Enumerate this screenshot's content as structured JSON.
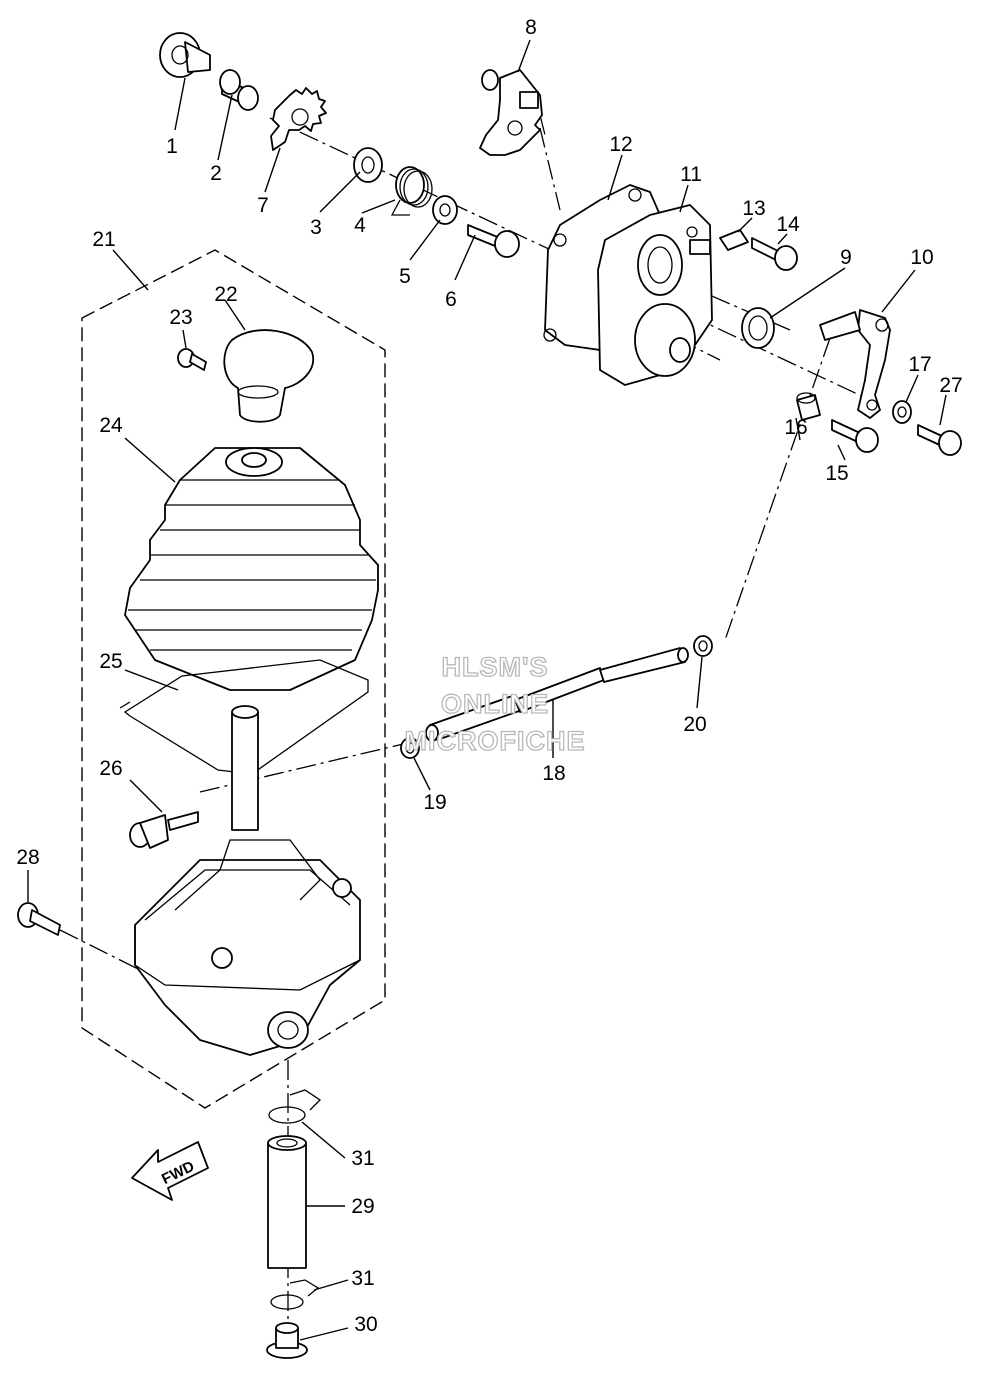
{
  "watermark": {
    "line1": "HLSM'S",
    "line2": "ONLINE",
    "line3": "MICROFICHE"
  },
  "fwd_label": "FWD",
  "callouts": [
    {
      "id": "c1",
      "label": "1"
    },
    {
      "id": "c2",
      "label": "2"
    },
    {
      "id": "c3",
      "label": "3"
    },
    {
      "id": "c4",
      "label": "4"
    },
    {
      "id": "c5",
      "label": "5"
    },
    {
      "id": "c6",
      "label": "6"
    },
    {
      "id": "c7",
      "label": "7"
    },
    {
      "id": "c8",
      "label": "8"
    },
    {
      "id": "c9",
      "label": "9"
    },
    {
      "id": "c10",
      "label": "10"
    },
    {
      "id": "c11",
      "label": "11"
    },
    {
      "id": "c12",
      "label": "12"
    },
    {
      "id": "c13",
      "label": "13"
    },
    {
      "id": "c14",
      "label": "14"
    },
    {
      "id": "c15",
      "label": "15"
    },
    {
      "id": "c16",
      "label": "16"
    },
    {
      "id": "c17",
      "label": "17"
    },
    {
      "id": "c18",
      "label": "18"
    },
    {
      "id": "c19",
      "label": "19"
    },
    {
      "id": "c20",
      "label": "20"
    },
    {
      "id": "c21",
      "label": "21"
    },
    {
      "id": "c22",
      "label": "22"
    },
    {
      "id": "c23",
      "label": "23"
    },
    {
      "id": "c24",
      "label": "24"
    },
    {
      "id": "c25",
      "label": "25"
    },
    {
      "id": "c26",
      "label": "26"
    },
    {
      "id": "c27",
      "label": "27"
    },
    {
      "id": "c28",
      "label": "28"
    },
    {
      "id": "c29",
      "label": "29"
    },
    {
      "id": "c30",
      "label": "30"
    },
    {
      "id": "c31a",
      "label": "31"
    },
    {
      "id": "c31b",
      "label": "31"
    }
  ]
}
